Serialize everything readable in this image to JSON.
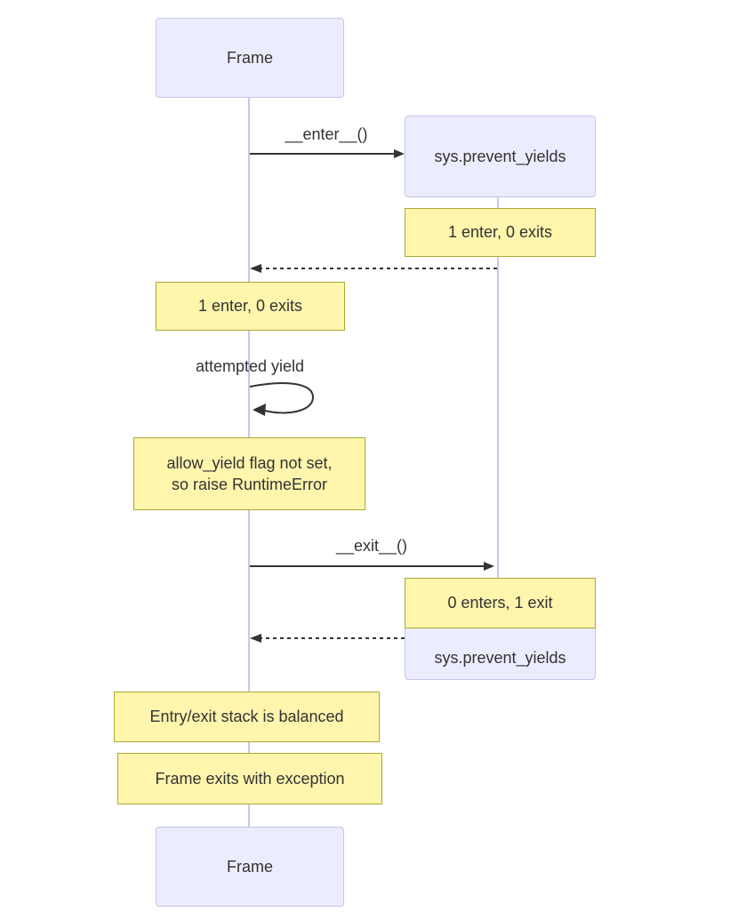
{
  "colors": {
    "actor_fill": "#ECECFF",
    "actor_border": "#c9c5e8",
    "note_fill": "#fff5ad",
    "note_border": "#aaaa33",
    "lifeline": "#cbc5ea",
    "arrow": "#333333",
    "text": "#333333"
  },
  "participants": {
    "frame_top": "Frame",
    "sys_top": "sys.prevent_yields",
    "sys_bottom": "sys.prevent_yields",
    "frame_bottom": "Frame"
  },
  "messages": {
    "enter_label": "__enter__()",
    "self_loop_label": "attempted yield",
    "exit_label": "__exit__()"
  },
  "notes": {
    "right_enter": "1 enter, 0 exits",
    "left_enter": "1 enter, 0 exits",
    "allow_yield_line1": "allow_yield flag not set,",
    "allow_yield_line2": "so raise RuntimeError",
    "right_exit": "0 enters, 1 exit",
    "stack_balanced": "Entry/exit stack is balanced",
    "frame_exception": "Frame exits with exception"
  }
}
